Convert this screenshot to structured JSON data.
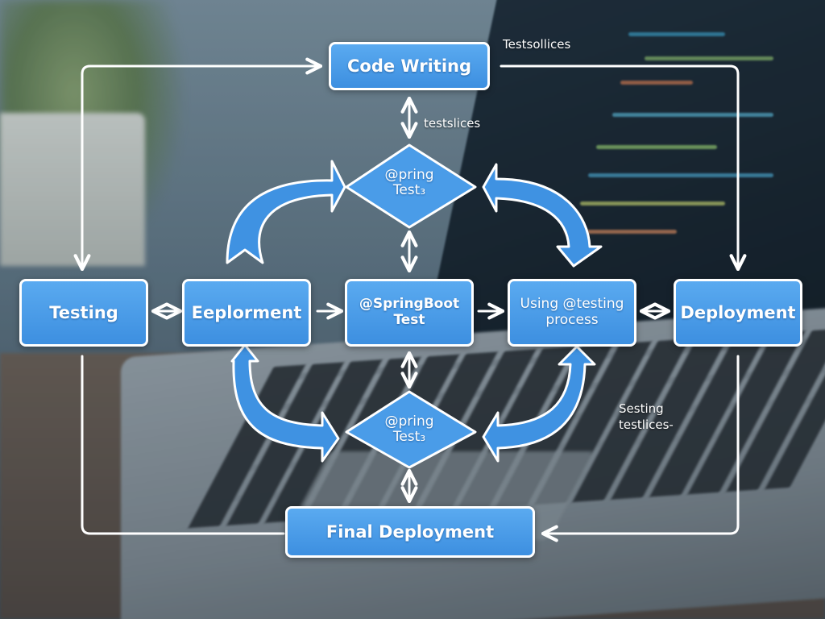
{
  "nodes": {
    "code_writing": "Code Writing",
    "testing": "Testing",
    "eeplorment": "Eeplorment",
    "springboot_test": "@SpringBoot\nTest",
    "using_testing_process": "Using @testing\nprocess",
    "deployment": "Deployment",
    "final_deployment": "Final Deployment"
  },
  "diamonds": {
    "top": "@pring\nTest₃",
    "bottom": "@pring\nTest₃"
  },
  "labels": {
    "top_right": "Testsollices",
    "top_center": "testslices",
    "bottom_right": "Sesting\ntestlices-"
  },
  "colors": {
    "node_fill": "#4a9ce8",
    "curved_arrow_fill": "#3f92e2",
    "connector": "#ffffff"
  }
}
